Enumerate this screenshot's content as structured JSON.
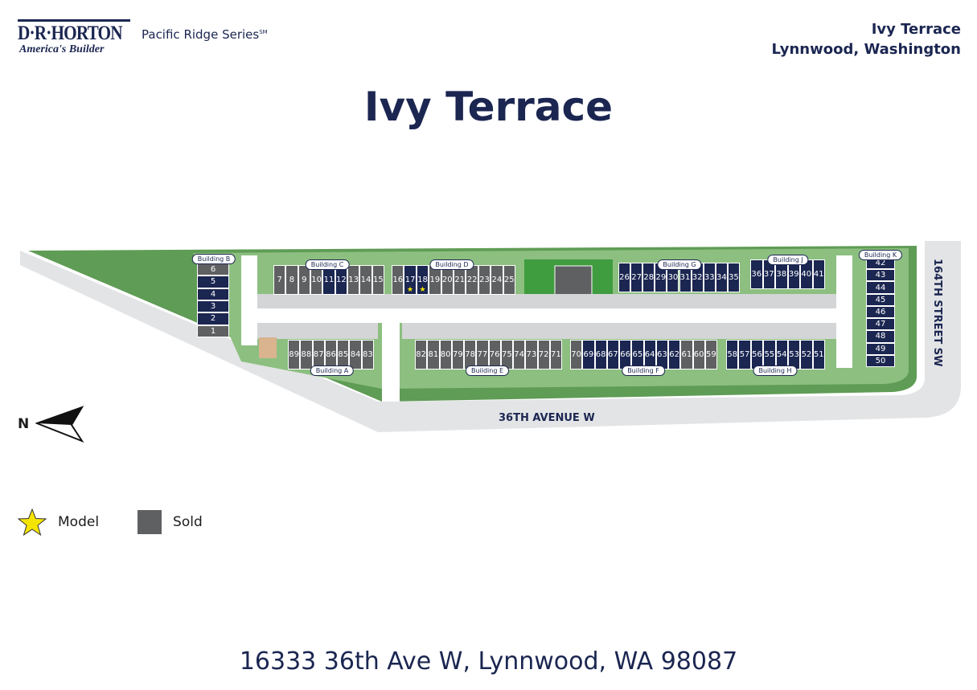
{
  "header": {
    "brand": "D·R·HORTON",
    "brand_tagline": "America's Builder",
    "series": "Pacific Ridge Series",
    "series_mark": "SM",
    "community": "Ivy Terrace",
    "location": "Lynnwood, Washington"
  },
  "title": "Ivy Terrace",
  "map": {
    "streets": {
      "east": "164TH STREET SW",
      "south": "36TH AVENUE W"
    },
    "north_label": "N",
    "colors": {
      "available": "#1b2651",
      "sold": "#5f6062",
      "grass": "#8cbf80",
      "dark_grass": "#5f9c55",
      "road": "#e3e4e6",
      "model_star": "#f5e400"
    },
    "buildings": [
      {
        "name": "Building B",
        "lots": [
          {
            "n": "6",
            "status": "sold"
          },
          {
            "n": "5",
            "status": "available"
          },
          {
            "n": "4",
            "status": "available"
          },
          {
            "n": "3",
            "status": "available"
          },
          {
            "n": "2",
            "status": "available"
          },
          {
            "n": "1",
            "status": "sold"
          }
        ]
      },
      {
        "name": "Building C",
        "lots": [
          {
            "n": "7",
            "status": "sold"
          },
          {
            "n": "8",
            "status": "sold"
          },
          {
            "n": "9",
            "status": "sold"
          },
          {
            "n": "10",
            "status": "sold"
          },
          {
            "n": "11",
            "status": "available"
          },
          {
            "n": "12",
            "status": "available"
          },
          {
            "n": "13",
            "status": "sold"
          },
          {
            "n": "14",
            "status": "sold"
          },
          {
            "n": "15",
            "status": "sold"
          }
        ]
      },
      {
        "name": "Building D",
        "lots": [
          {
            "n": "16",
            "status": "sold"
          },
          {
            "n": "17",
            "status": "available",
            "model": true
          },
          {
            "n": "18",
            "status": "available",
            "model": true
          },
          {
            "n": "19",
            "status": "sold"
          },
          {
            "n": "20",
            "status": "sold"
          },
          {
            "n": "21",
            "status": "sold"
          },
          {
            "n": "22",
            "status": "sold"
          },
          {
            "n": "23",
            "status": "sold"
          },
          {
            "n": "24",
            "status": "sold"
          },
          {
            "n": "25",
            "status": "sold"
          }
        ]
      },
      {
        "name": "Building G",
        "lots": [
          {
            "n": "26",
            "status": "available"
          },
          {
            "n": "27",
            "status": "available"
          },
          {
            "n": "28",
            "status": "available"
          },
          {
            "n": "29",
            "status": "available"
          },
          {
            "n": "30",
            "status": "available"
          },
          {
            "n": "31",
            "status": "available"
          },
          {
            "n": "32",
            "status": "available"
          },
          {
            "n": "33",
            "status": "available"
          },
          {
            "n": "34",
            "status": "available"
          },
          {
            "n": "35",
            "status": "available"
          }
        ]
      },
      {
        "name": "Building J",
        "lots": [
          {
            "n": "36",
            "status": "available"
          },
          {
            "n": "37",
            "status": "available"
          },
          {
            "n": "38",
            "status": "available"
          },
          {
            "n": "39",
            "status": "available"
          },
          {
            "n": "40",
            "status": "available"
          },
          {
            "n": "41",
            "status": "available"
          }
        ]
      },
      {
        "name": "Building K",
        "lots": [
          {
            "n": "42",
            "status": "available"
          },
          {
            "n": "43",
            "status": "available"
          },
          {
            "n": "44",
            "status": "available"
          },
          {
            "n": "45",
            "status": "available"
          },
          {
            "n": "46",
            "status": "available"
          },
          {
            "n": "47",
            "status": "available"
          },
          {
            "n": "48",
            "status": "available"
          },
          {
            "n": "49",
            "status": "available"
          },
          {
            "n": "50",
            "status": "available"
          }
        ]
      },
      {
        "name": "Building A",
        "lots": [
          {
            "n": "89",
            "status": "sold"
          },
          {
            "n": "88",
            "status": "sold"
          },
          {
            "n": "87",
            "status": "sold"
          },
          {
            "n": "86",
            "status": "sold"
          },
          {
            "n": "85",
            "status": "sold"
          },
          {
            "n": "84",
            "status": "sold"
          },
          {
            "n": "83",
            "status": "sold"
          }
        ]
      },
      {
        "name": "Building E",
        "lots": [
          {
            "n": "82",
            "status": "sold"
          },
          {
            "n": "81",
            "status": "sold"
          },
          {
            "n": "80",
            "status": "sold"
          },
          {
            "n": "79",
            "status": "sold"
          },
          {
            "n": "78",
            "status": "sold"
          },
          {
            "n": "77",
            "status": "sold"
          },
          {
            "n": "76",
            "status": "sold"
          },
          {
            "n": "75",
            "status": "sold"
          },
          {
            "n": "74",
            "status": "sold"
          },
          {
            "n": "73",
            "status": "sold"
          },
          {
            "n": "72",
            "status": "sold"
          },
          {
            "n": "71",
            "status": "sold"
          }
        ]
      },
      {
        "name": "Building F",
        "lots": [
          {
            "n": "70",
            "status": "sold"
          },
          {
            "n": "69",
            "status": "available"
          },
          {
            "n": "68",
            "status": "available"
          },
          {
            "n": "67",
            "status": "available"
          },
          {
            "n": "66",
            "status": "available"
          },
          {
            "n": "65",
            "status": "available"
          },
          {
            "n": "64",
            "status": "available"
          },
          {
            "n": "63",
            "status": "available"
          },
          {
            "n": "62",
            "status": "available"
          },
          {
            "n": "61",
            "status": "sold"
          },
          {
            "n": "60",
            "status": "sold"
          },
          {
            "n": "59",
            "status": "sold"
          }
        ]
      },
      {
        "name": "Building H",
        "lots": [
          {
            "n": "58",
            "status": "available"
          },
          {
            "n": "57",
            "status": "available"
          },
          {
            "n": "56",
            "status": "available"
          },
          {
            "n": "55",
            "status": "available"
          },
          {
            "n": "54",
            "status": "available"
          },
          {
            "n": "53",
            "status": "available"
          },
          {
            "n": "52",
            "status": "available"
          },
          {
            "n": "51",
            "status": "available"
          }
        ]
      }
    ]
  },
  "legend": {
    "model": "Model",
    "sold": "Sold"
  },
  "address": "16333 36th Ave W, Lynnwood, WA 98087"
}
